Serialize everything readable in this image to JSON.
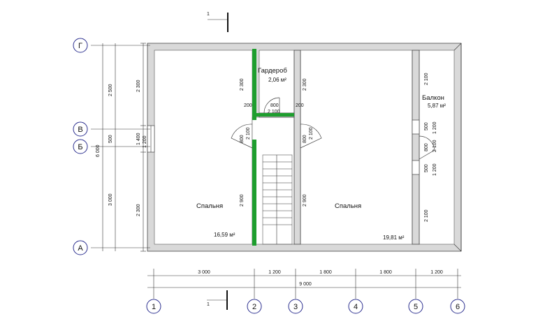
{
  "section_mark": "1",
  "axes_vertical": [
    "Г",
    "В",
    "Б",
    "А"
  ],
  "axes_horizontal": [
    "1",
    "2",
    "3",
    "4",
    "5",
    "6"
  ],
  "rooms": {
    "wardrobe": {
      "name": "Гардероб",
      "area": "2,06 м²"
    },
    "balcony": {
      "name": "Балкон",
      "area": "5,87 м²"
    },
    "bedroom_left": {
      "name": "Спальня",
      "area": "16,59 м²"
    },
    "bedroom_right": {
      "name": "Спальня",
      "area": "19,81 м²"
    }
  },
  "dims_bottom_row1": [
    "3 000",
    "1 200",
    "1 800",
    "1 800",
    "1 200"
  ],
  "dims_bottom_total": "9 000",
  "dims_left_outer": [
    "2 500",
    "500",
    "3 000"
  ],
  "dims_left_total": "6 000",
  "dims_left_inner": [
    "2 300",
    "1 400",
    "1 200",
    "2 300"
  ],
  "dims_interior": {
    "wardrobe_height": "2 300",
    "wardrobe_width": "2 100",
    "wardrobe_door": "800",
    "wall_200_left": "200",
    "wall_200_right": "200",
    "mid_wall_2300": "2 300",
    "mid_wall_2900": "2 900",
    "mid_door_800_left": "800",
    "mid_door_2100_left": "2 100",
    "mid_door_800_right": "800",
    "mid_door_2100_right": "2 100",
    "right_wall_2300": "2 300",
    "right_wall_2900": "2 900",
    "balc_2100_top": "2 100",
    "balc_500_a": "500",
    "balc_1200_a": "1 200",
    "balc_800": "800",
    "balc_2100_mid": "2 100",
    "balc_500_b": "500",
    "balc_1200_b": "1 200",
    "balc_2100_bottom": "2 100"
  }
}
